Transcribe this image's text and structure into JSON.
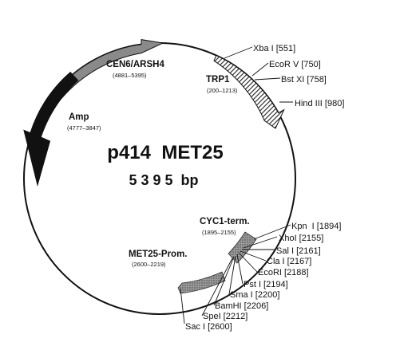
{
  "plasmid": {
    "name": "p414  MET25",
    "size": "5 3 9 5  bp"
  },
  "features": {
    "cen": {
      "name": "CEN6/ARSH4",
      "range": "(4881–5395)"
    },
    "trp": {
      "name": "TRP1",
      "range": "(200–1213)"
    },
    "amp": {
      "name": "Amp",
      "range": "(4777–3847)"
    },
    "cyc": {
      "name": "CYC1-term.",
      "range": "(1895–2155)"
    },
    "met": {
      "name": "MET25-Prom.",
      "range": "(2600–2219)"
    }
  },
  "sites": {
    "xba": "Xba I [551]",
    "ecorv": "EcoR V [750]",
    "bstxi": "Bst XI [758]",
    "hind": "Hind III [980]",
    "kpn": "Kpn  I [1894]",
    "xho": "XhoI [2155]",
    "sal": "Sal I [2161]",
    "cla": "Cla I [2167]",
    "ecori": "EcoRI [2188]",
    "pst": "Pst I [2194]",
    "sma": "Sma I [2200]",
    "bam": "BamHI [2206]",
    "spe": "SpeI [2212]",
    "sac": "Sac I [2600]"
  }
}
